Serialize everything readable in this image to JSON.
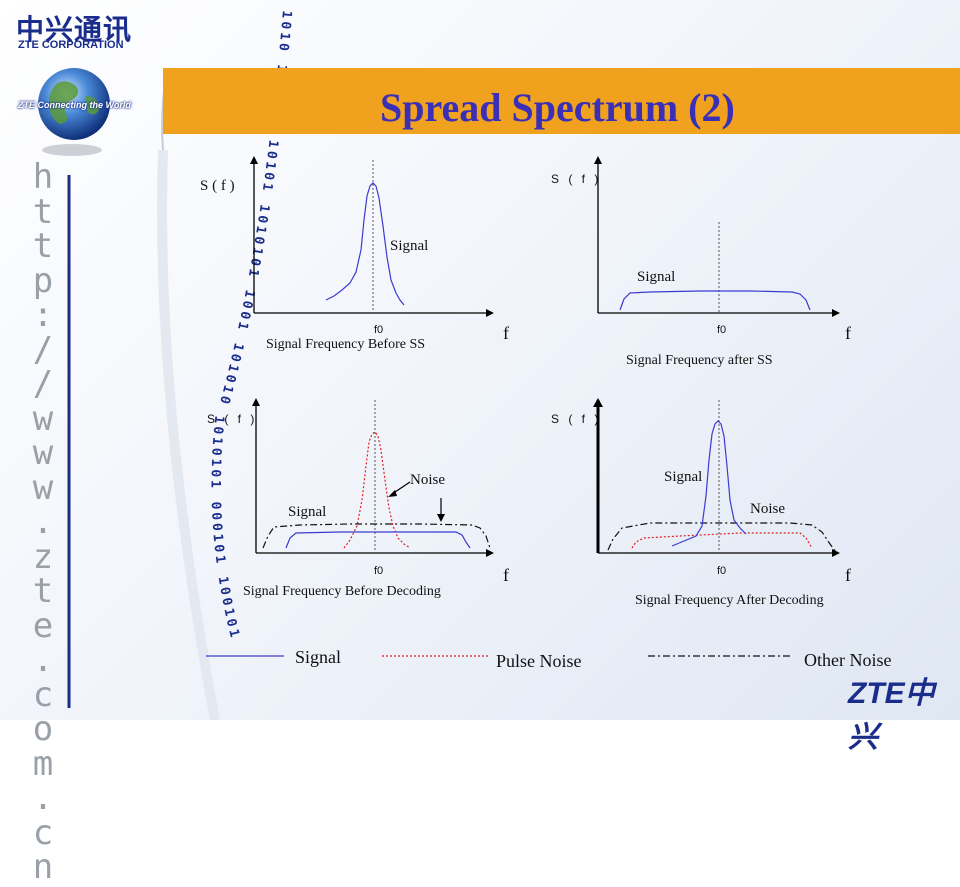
{
  "header": {
    "title": "Spread Spectrum (2)",
    "logo_chinese": "中兴通讯",
    "logo_english": "ZTE CORPORATION",
    "globe_caption": "ZTE Connecting the World",
    "vertical_url": "http://www.zte.com.cn",
    "binary_arc": "1010 101010 10101 1010101 1001 101010 1010101 000101 100101",
    "footer_logo": "ZTE中兴"
  },
  "panels": {
    "before_ss": {
      "ylabel": "S ( f )",
      "xlabel": "f",
      "center_tick": "f0",
      "signal_label": "Signal",
      "caption": "Signal Frequency Before SS"
    },
    "after_ss": {
      "ylabel": "S ( f )",
      "xlabel": "f",
      "center_tick": "f0",
      "signal_label": "Signal",
      "caption": "Signal Frequency after SS"
    },
    "before_decoding": {
      "ylabel": "S ( f )",
      "xlabel": "f",
      "center_tick": "f0",
      "signal_label": "Signal",
      "noise_label": "Noise",
      "caption": "Signal Frequency Before Decoding"
    },
    "after_decoding": {
      "ylabel": "S ( f )",
      "xlabel": "f",
      "center_tick": "f0",
      "signal_label": "Signal",
      "noise_label": "Noise",
      "caption": "Signal Frequency After Decoding"
    }
  },
  "legend": {
    "signal": "Signal",
    "pulse_noise": "Pulse Noise",
    "other_noise": "Other Noise"
  },
  "colors": {
    "title_bar": "#f0a21e",
    "title_text": "#3a2fb5",
    "signal": "#3b3bd1",
    "pulse_noise": "#e02020",
    "other_noise": "#111111",
    "logo_blue": "#1a2d8c"
  }
}
